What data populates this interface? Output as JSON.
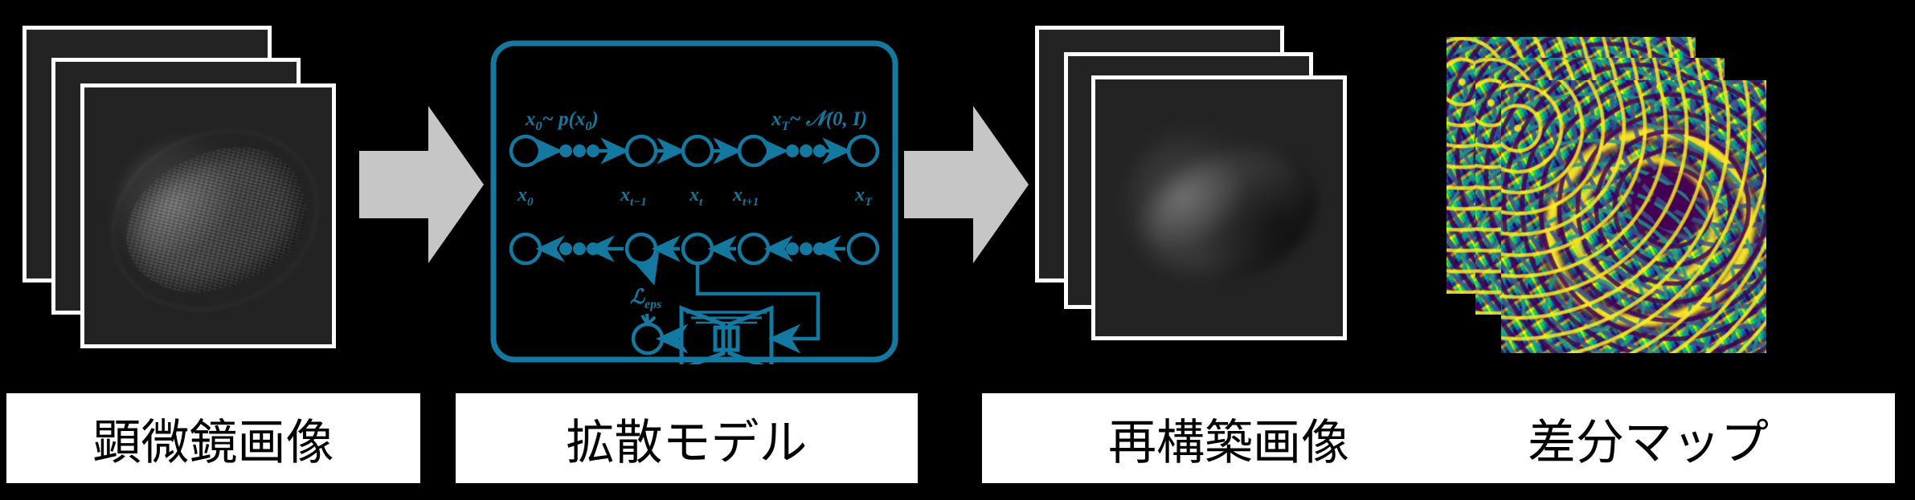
{
  "figure": {
    "background_color": "#000000",
    "accent_color": "#1479a0",
    "arrow_color": "#c6c6c6",
    "label_bg_color": "#ffffff",
    "label_text_color": "#000000"
  },
  "panels": [
    {
      "id": "microscopy",
      "label": "顕微鏡画像",
      "kind": "image-stack-grayscale",
      "sheet_count": 3
    },
    {
      "id": "diffusion-model",
      "label": "拡散モデル",
      "kind": "diagram",
      "sheet_count": 0
    },
    {
      "id": "reconstruction",
      "label": "再構築画像",
      "kind": "image-stack-grayscale",
      "sheet_count": 3
    },
    {
      "id": "difference-map",
      "label": "差分マップ",
      "kind": "image-stack-viridis",
      "sheet_count": 3
    }
  ],
  "arrows": [
    {
      "id": "arrow-1",
      "direction": "right"
    },
    {
      "id": "arrow-2",
      "direction": "right"
    }
  ],
  "diffusion_diagram": {
    "forward_annotation": "x₀~ p(x₀)",
    "reverse_annotation": "x_T~ 𝒩(0, I)",
    "node_labels": [
      "x₀",
      "x_{t−1}",
      "x_t",
      "x_{t+1}",
      "x_T"
    ],
    "loss_label": "ℒ_eps",
    "network_icon": "unet-autoencoder-icon",
    "forward_chain_direction": "left-to-right",
    "reverse_chain_direction": "right-to-left",
    "node_count_per_row": 5,
    "ellipsis_dots_per_gap": 3
  },
  "labels": {
    "box1": "顕微鏡画像",
    "box2": "拡散モデル",
    "box3_left": "再構築画像",
    "box3_right": "差分マップ"
  }
}
